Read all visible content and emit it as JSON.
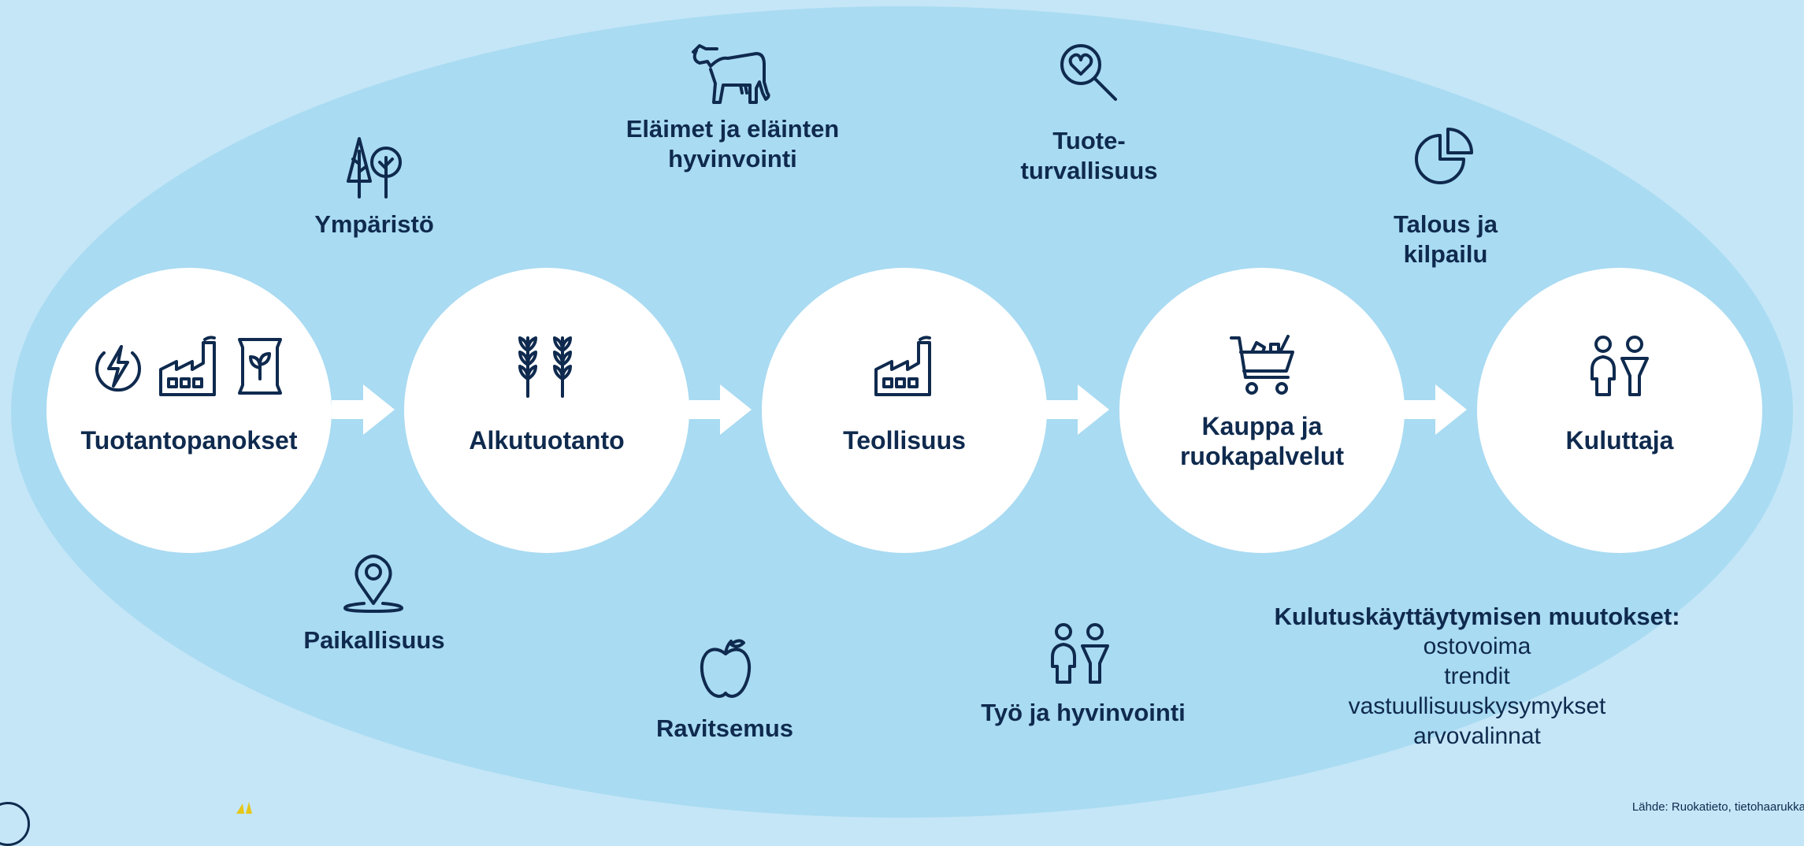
{
  "chain": [
    {
      "label": "Tuotantopanokset",
      "icons": [
        "energy-icon",
        "factory-icon",
        "fertilizer-bag-icon"
      ]
    },
    {
      "label": "Alkutuotanto",
      "icons": [
        "wheat-icon"
      ]
    },
    {
      "label": "Teollisuus",
      "icons": [
        "factory-icon"
      ]
    },
    {
      "label_line1": "Kauppa ja",
      "label_line2": "ruokapalvelut",
      "icons": [
        "shopping-cart-icon"
      ]
    },
    {
      "label": "Kuluttaja",
      "icons": [
        "people-icon"
      ]
    }
  ],
  "topics": {
    "ymparisto": "Ympäristö",
    "elaimet_line1": "Eläimet ja eläinten",
    "elaimet_line2": "hyvinvointi",
    "tuoteturvallisuus_line1": "Tuote-",
    "tuoteturvallisuus_line2": "turvallisuus",
    "talous_line1": "Talous ja",
    "talous_line2": "kilpailu",
    "paikallisuus": "Paikallisuus",
    "ravitsemus": "Ravitsemus",
    "tyo": "Työ ja hyvinvointi"
  },
  "consumption_changes": {
    "heading": "Kulutuskäyttäytymisen muutokset:",
    "items": [
      "ostovoima",
      "trendit",
      "vastuullisuuskysymykset",
      "arvovalinnat"
    ]
  },
  "source": "Lähde: Ruokatieto, tietohaarukka",
  "colors": {
    "background": "#c4e6f7",
    "ellipse": "#a9dbf2",
    "text": "#0f2a4e",
    "arrow": "#ffffff"
  }
}
